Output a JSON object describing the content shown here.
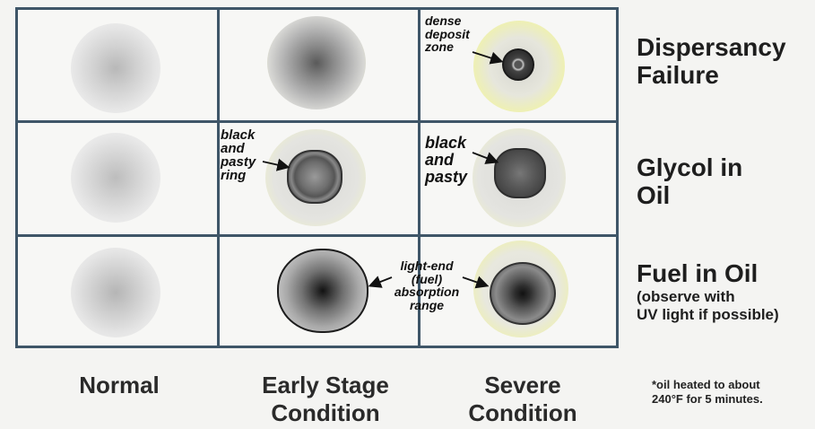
{
  "rows": [
    {
      "title_line1": "Dispersancy",
      "title_line2": "Failure"
    },
    {
      "title_line1": "Glycol in",
      "title_line2": "Oil"
    },
    {
      "title_line1": "Fuel in Oil",
      "sub_line1": "(observe with",
      "sub_line2": "UV light if possible)"
    }
  ],
  "columns": [
    {
      "line1": "Normal",
      "line2": ""
    },
    {
      "line1": "Early Stage",
      "line2": "Condition"
    },
    {
      "line1": "Severe",
      "line2": "Condition"
    }
  ],
  "annotations": {
    "dense_deposit": [
      "dense",
      "deposit",
      "zone"
    ],
    "black_pasty_ring": [
      "black",
      "and",
      "pasty",
      "ring"
    ],
    "black_pasty": [
      "black",
      "and",
      "pasty"
    ],
    "light_end": [
      "light-end",
      "(fuel)",
      "absorption",
      "range"
    ]
  },
  "footnote": [
    "*oil heated to about",
    "240°F for 5 minutes."
  ],
  "colors": {
    "grid_border": "#3f5668",
    "halo_yellow": "#eef0b4",
    "deposit_dark": "#333333"
  }
}
